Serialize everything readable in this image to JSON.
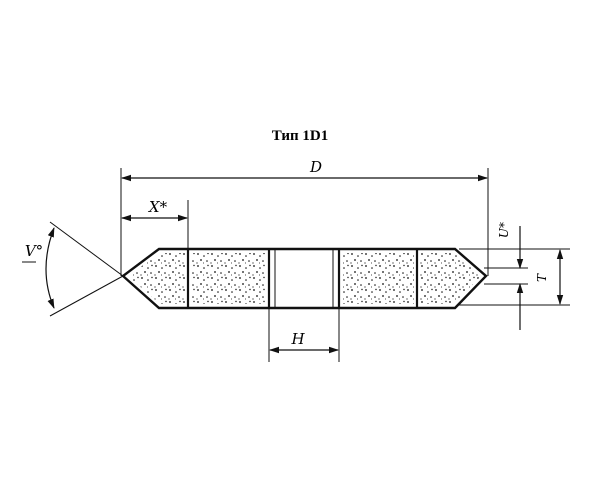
{
  "title": "Тип 1D1",
  "labels": {
    "D": "D",
    "X": "X*",
    "V": "V°",
    "U": "U*",
    "T": "T",
    "H": "H"
  }
}
